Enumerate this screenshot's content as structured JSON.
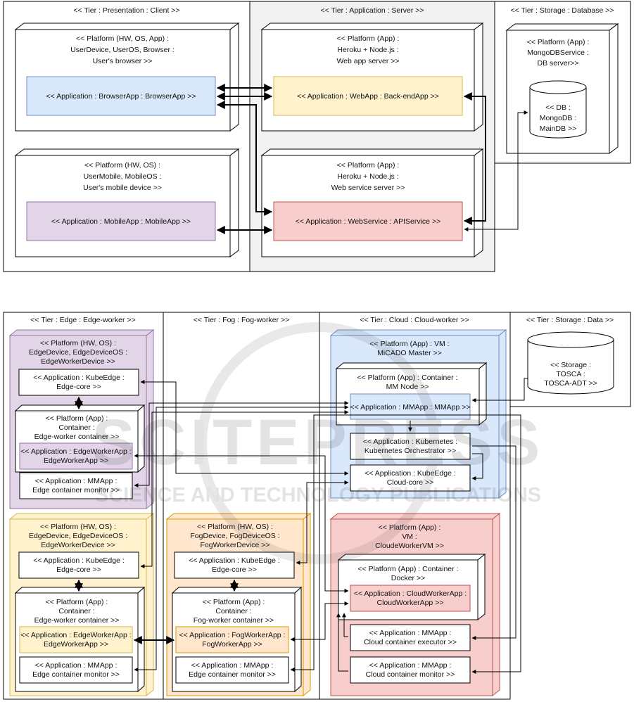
{
  "diagram_top": {
    "tiers": [
      {
        "id": "presentation",
        "label": "<< Tier : Presentation : Client >>",
        "fill": "#ffffff"
      },
      {
        "id": "application",
        "label": "<< Tier : Application : Server >>",
        "fill": "#f2f2f2"
      },
      {
        "id": "storage",
        "label": "<< Tier : Storage : Database >>",
        "fill": "#ffffff"
      }
    ],
    "platforms": [
      {
        "id": "user-device",
        "lines": [
          "<< Platform (HW, OS, App) :",
          "UserDevice, UserOS, Browser :",
          "User's browser >>"
        ]
      },
      {
        "id": "user-mobile",
        "lines": [
          "<< Platform (HW, OS) :",
          "UserMobile, MobileOS :",
          "User's mobile device >>"
        ]
      },
      {
        "id": "web-app-server",
        "lines": [
          "<< Platform (App) :",
          "Heroku + Node.js :",
          "Web app server >>"
        ]
      },
      {
        "id": "web-service-server",
        "lines": [
          "<< Platform (App) :",
          "Heroku + Node.js :",
          "Web service server >>"
        ]
      },
      {
        "id": "db-server",
        "lines": [
          "<< Platform (App) :",
          "MongoDBService :",
          "DB server>>"
        ]
      }
    ],
    "apps": [
      {
        "id": "browser-app",
        "label": "<< Application : BrowserApp : BrowserApp >>",
        "fill": "#dae8fc",
        "stroke": "#6c8ebf"
      },
      {
        "id": "mobile-app",
        "label": "<< Application : MobileApp : MobileApp >>",
        "fill": "#e1d5e7",
        "stroke": "#9673a6"
      },
      {
        "id": "web-app",
        "label": "<< Application : WebApp : Back-endApp >>",
        "fill": "#fff2cc",
        "stroke": "#d6b656"
      },
      {
        "id": "web-service",
        "label": "<< Application : WebService : APIService >>",
        "fill": "#f8cecc",
        "stroke": "#b85450"
      }
    ],
    "db": {
      "lines": [
        "<< DB :",
        "MongoDB :",
        "MainDB >>"
      ]
    }
  },
  "diagram_bottom": {
    "tiers": [
      {
        "id": "edge",
        "label": "<< Tier : Edge : Edge-worker >>"
      },
      {
        "id": "fog",
        "label": "<< Tier : Fog : Fog-worker >>"
      },
      {
        "id": "cloud",
        "label": "<< Tier : Cloud : Cloud-worker >>"
      },
      {
        "id": "storage-data",
        "label": "<< Tier : Storage : Data >>"
      }
    ],
    "platforms": [
      {
        "id": "edge-device-1",
        "lines": [
          "<< Platform (HW, OS) :",
          "EdgeDevice, EdgeDeviceOS :",
          "EdgeWorkerDevice >>"
        ],
        "fill": "#e1d5e7",
        "stroke": "#9673a6"
      },
      {
        "id": "edge-container-1",
        "lines": [
          "<< Platform (App) :",
          "Container :",
          "Edge-worker container >>"
        ],
        "fill": "#ffffff",
        "stroke": "#000000"
      },
      {
        "id": "edge-device-2",
        "lines": [
          "<< Platform (HW, OS) :",
          "EdgeDevice, EdgeDeviceOS :",
          "EdgeWorkerDevice >>"
        ],
        "fill": "#fff2cc",
        "stroke": "#d6b656"
      },
      {
        "id": "edge-container-2",
        "lines": [
          "<< Platform (App) :",
          "Container :",
          "Edge-worker container >>"
        ],
        "fill": "#ffffff",
        "stroke": "#000000"
      },
      {
        "id": "fog-device",
        "lines": [
          "<< Platform (HW, OS) :",
          "FogDevice, FogDeviceOS :",
          "FogWorkerDevice >>"
        ],
        "fill": "#ffe6cc",
        "stroke": "#d79b00"
      },
      {
        "id": "fog-container",
        "lines": [
          "<< Platform (App) :",
          "Container :",
          "Fog-worker container >>"
        ],
        "fill": "#ffffff",
        "stroke": "#000000"
      },
      {
        "id": "micado-master",
        "lines": [
          "<< Platform (App) : VM :",
          "MiCADO Master >>"
        ],
        "fill": "#dae8fc",
        "stroke": "#6c8ebf"
      },
      {
        "id": "mm-node",
        "lines": [
          "<< Platform (App) : Container :",
          "MM Node >>"
        ],
        "fill": "#ffffff",
        "stroke": "#000000"
      },
      {
        "id": "cloud-worker-vm",
        "lines": [
          "<< Platform (App) :",
          "VM :",
          "CloudeWorkerVM >>"
        ],
        "fill": "#f8cecc",
        "stroke": "#b85450"
      },
      {
        "id": "docker-container",
        "lines": [
          "<< Platform (App) : Container :",
          "Docker >>"
        ],
        "fill": "#ffffff",
        "stroke": "#000000"
      }
    ],
    "apps": [
      {
        "id": "edge-kubeedge-1",
        "lines": [
          "<< Application : KubeEdge :",
          "Edge-core >>"
        ]
      },
      {
        "id": "edge-workerapp-1",
        "lines": [
          "<< Application : EdgeWorkerApp :",
          "EdgeWorkerApp >>"
        ]
      },
      {
        "id": "edge-mmapp-1",
        "lines": [
          "<< Application : MMApp :",
          "Edge container monitor >>"
        ]
      },
      {
        "id": "edge-kubeedge-2",
        "lines": [
          "<< Application : KubeEdge :",
          "Edge-core >>"
        ]
      },
      {
        "id": "edge-workerapp-2",
        "lines": [
          "<< Application : EdgeWorkerApp :",
          "EdgeWorkerApp >>"
        ]
      },
      {
        "id": "edge-mmapp-2",
        "lines": [
          "<< Application : MMApp :",
          "Edge container monitor >>"
        ]
      },
      {
        "id": "fog-kubeedge",
        "lines": [
          "<< Application : KubeEdge :",
          "Edge-core >>"
        ]
      },
      {
        "id": "fog-workerapp",
        "lines": [
          "<< Application : FogWorkerApp :",
          "FogWorkerApp >>"
        ]
      },
      {
        "id": "fog-mmapp",
        "lines": [
          "<< Application : MMApp :",
          "Edge container monitor >>"
        ]
      },
      {
        "id": "mm-app",
        "lines": [
          "<< Application : MMApp : MMApp >>"
        ]
      },
      {
        "id": "kubernetes",
        "lines": [
          "<< Application : Kubernetes :",
          "Kubernetes Orchestrator >>"
        ]
      },
      {
        "id": "cloud-kubeedge",
        "lines": [
          "<< Application : KubeEdge :",
          "Cloud-core >>"
        ]
      },
      {
        "id": "cloud-workerapp",
        "lines": [
          "<< Application : CloudWorkerApp :",
          "CloudWorkerApp >>"
        ]
      },
      {
        "id": "cloud-executor",
        "lines": [
          "<< Application : MMApp :",
          "Cloud container executor >>"
        ]
      },
      {
        "id": "cloud-monitor",
        "lines": [
          "<< Application : MMApp :",
          "Cloud container monitor >>"
        ]
      }
    ],
    "storage": {
      "lines": [
        "<< Storage :",
        "TOSCA :",
        "TOSCA-ADT >>"
      ]
    }
  },
  "watermark": {
    "line1": "SCITEPRESS",
    "line2": "SCIENCE AND TECHNOLOGY PUBLICATIONS"
  }
}
